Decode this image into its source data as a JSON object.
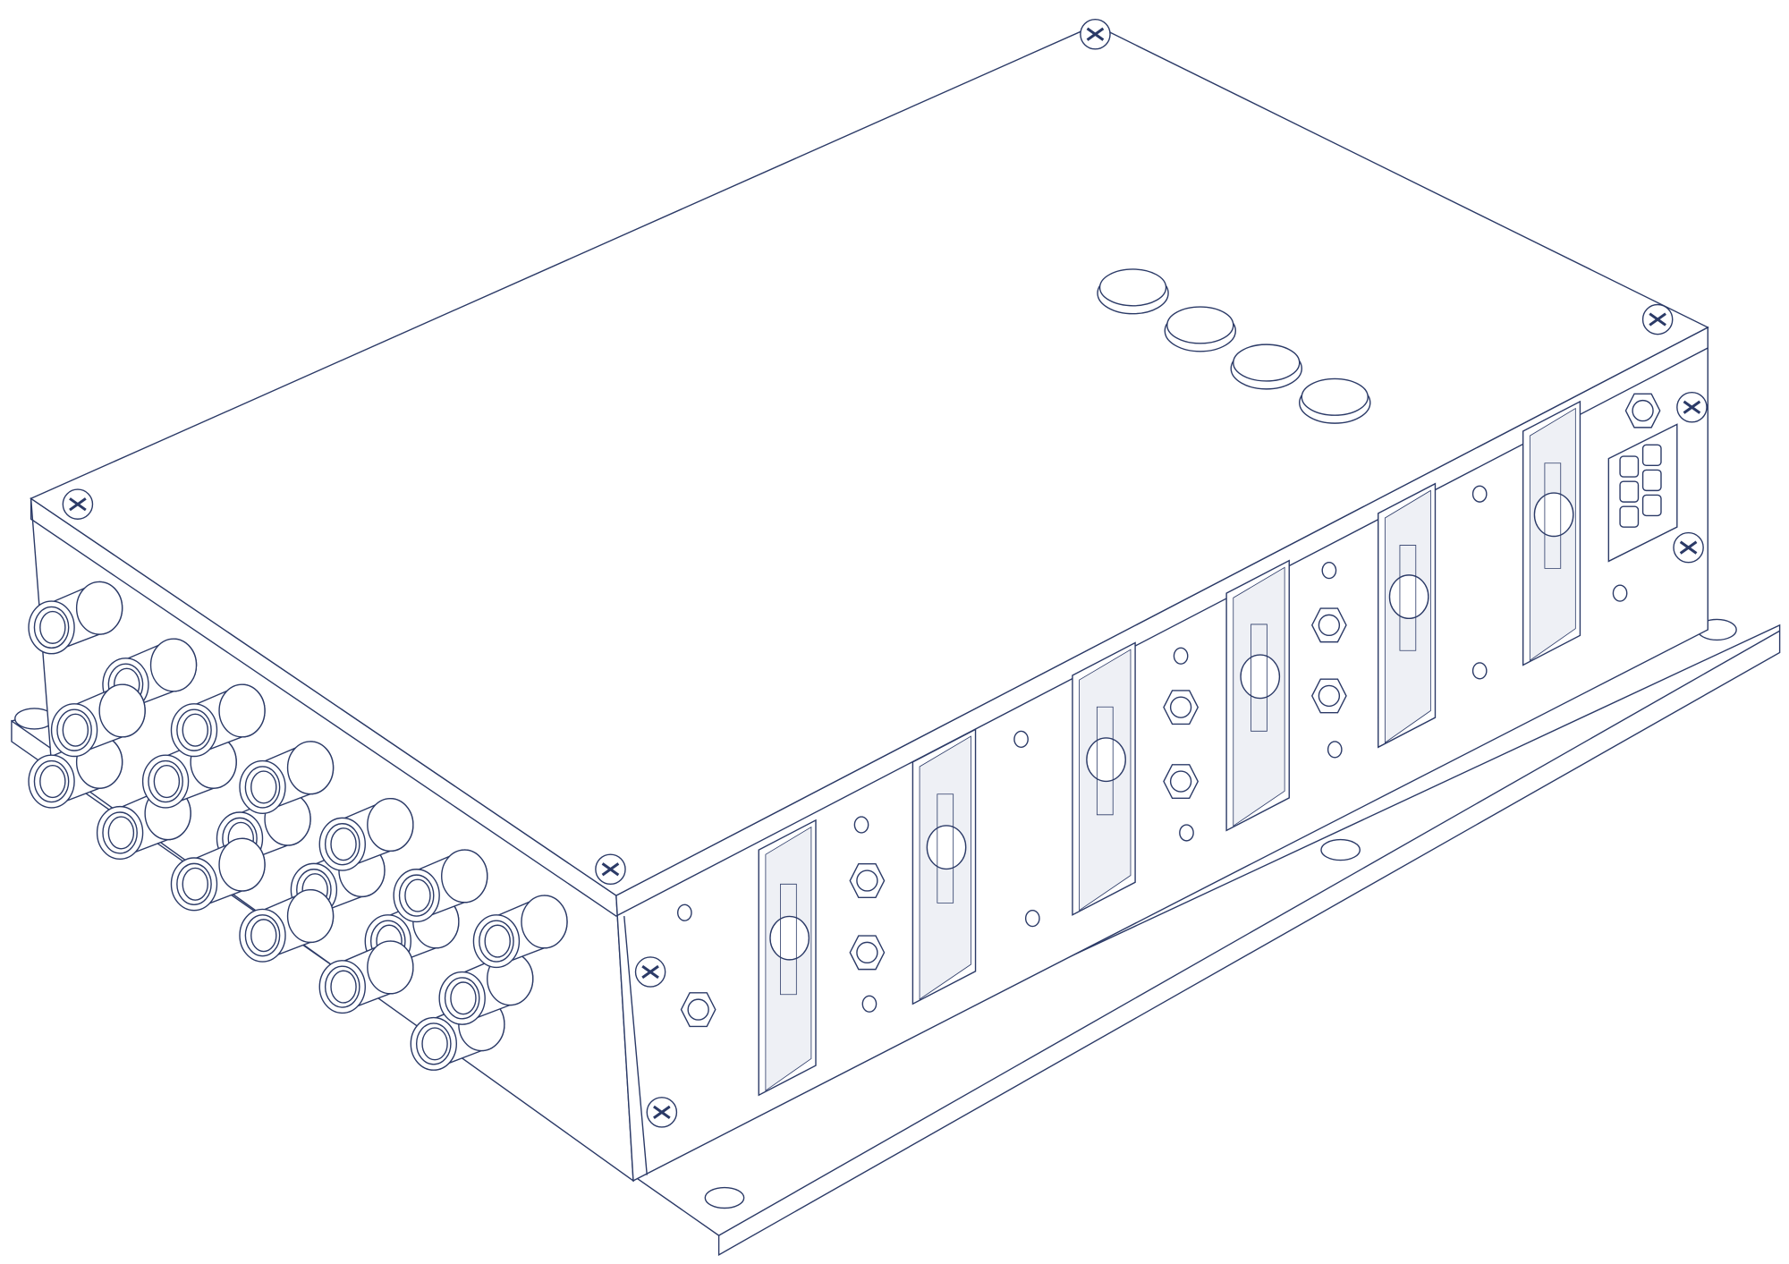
{
  "colors": {
    "line": "#2b3a67",
    "fill": "#ffffff",
    "shade": "#eef0f5"
  },
  "drawing": {
    "subject": "enclosure-isometric",
    "push_buttons": 4,
    "side_fittings": 19,
    "card_slots": 6
  }
}
